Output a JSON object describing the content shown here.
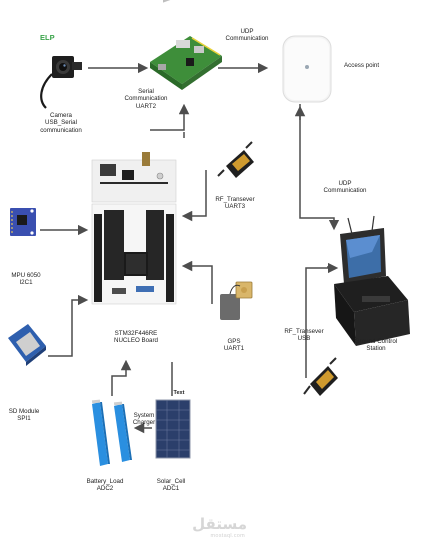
{
  "labels": {
    "elp": "ELP",
    "camera": "Camera\nUSB_Serial\ncommunication",
    "serial": "Serial\nCommunication\nUART2",
    "udp_top": "UDP\nCommunication",
    "access_point": "Access point",
    "udp_right": "UDP\nCommunication",
    "rf_uart3": "RF_Transever\nUART3",
    "mpu": "MPU 6050\nI2C1",
    "gps": "GPS\nUART1",
    "board": "STM32F446RE\nNUCLEO Board",
    "rf_usb": "RF_Transever\nUSB",
    "gcs": "Ground Control\nStation",
    "sd": "SD Module\nSPI1",
    "system_charger": "System\nCharger",
    "text_tag": "Text",
    "battery": "Battery_Load\nADC2",
    "solar": "Solar_Cell\nADC1"
  },
  "watermark": {
    "brand": "مستقل",
    "domain": "mostaql.com"
  },
  "colors": {
    "arrow": "#4d4d4d",
    "board_white": "#f2f2f2",
    "board_header": "#1f1f1f",
    "pi_green": "#3e8e3a",
    "battery_blue": "#2a8fe0",
    "solar_blue": "#2b3f6b",
    "gcs_dark": "#2d2d2d"
  }
}
